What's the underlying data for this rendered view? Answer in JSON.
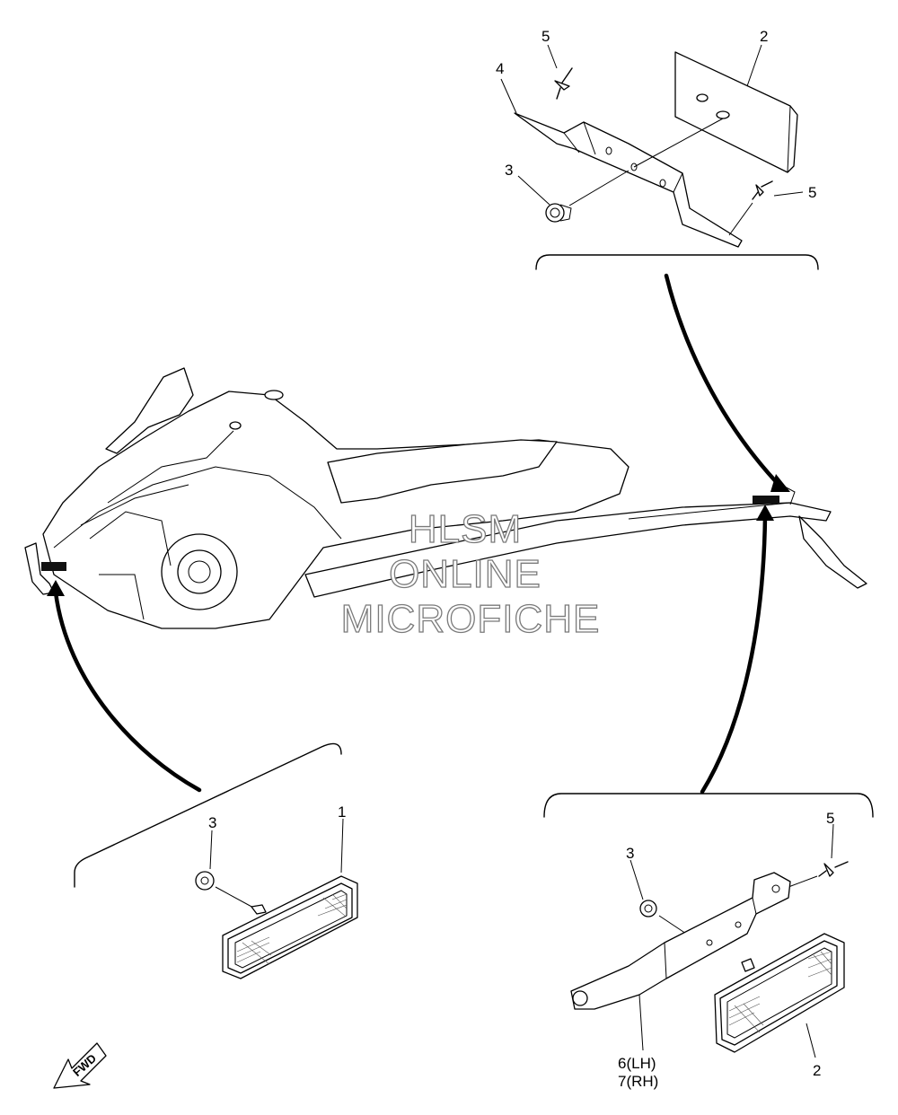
{
  "diagram": {
    "parts": {
      "p1": "1",
      "p2_top": "2",
      "p2_bottom": "2",
      "p3_top": "3",
      "p3_left": "3",
      "p3_right": "3",
      "p4": "4",
      "p5_top": "5",
      "p5_top_right": "5",
      "p5_bottom": "5",
      "p6": "6(LH)",
      "p7": "7(RH)"
    },
    "watermark": {
      "line1": "HLSM",
      "line2": "ONLINE",
      "line3": "MICROFICHE"
    },
    "fwd_label": "FWD"
  }
}
